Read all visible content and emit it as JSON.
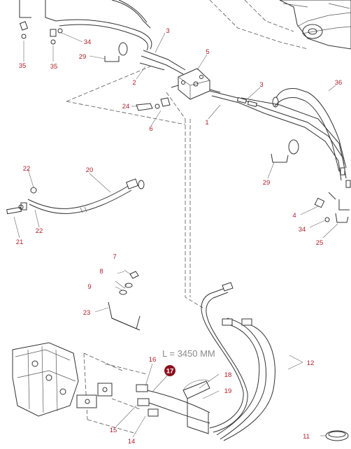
{
  "length_note": "L = 3450 MM",
  "callouts": {
    "c1": "1",
    "c2": "2",
    "c3a": "3",
    "c3b": "3",
    "c4": "4",
    "c5": "5",
    "c6": "6",
    "c7": "7",
    "c8": "8",
    "c9": "9",
    "c11": "11",
    "c12": "12",
    "c14": "14",
    "c15": "15",
    "c16": "16",
    "c17": "17",
    "c18": "18",
    "c19": "19",
    "c20": "20",
    "c21": "21",
    "c22a": "22",
    "c22b": "22",
    "c23": "23",
    "c24": "24",
    "c25": "25",
    "c29a": "29",
    "c29b": "29",
    "c34a": "34",
    "c34b": "34",
    "c35a": "35",
    "c35b": "35",
    "c36": "36"
  },
  "colors": {
    "callout_text": "#b0202a",
    "badge_fill": "#8b1020",
    "note_text": "#8a8a8a",
    "line_art": "#333333"
  }
}
